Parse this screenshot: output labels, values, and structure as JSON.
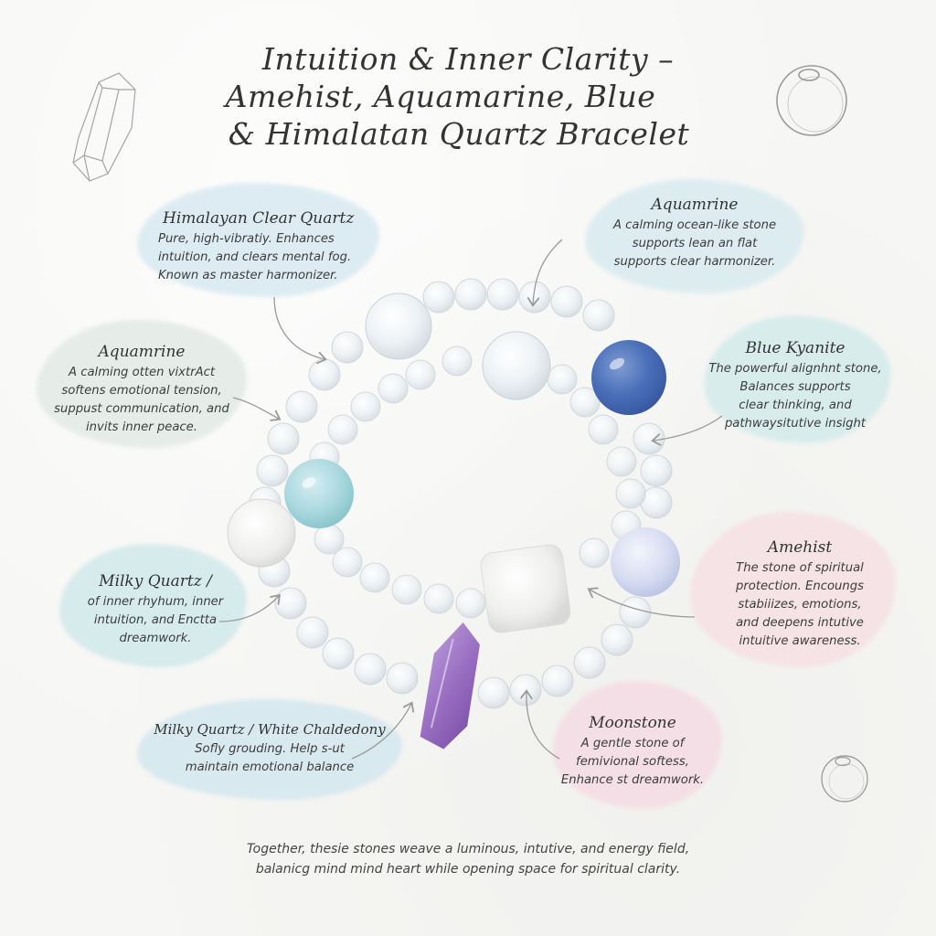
{
  "title": {
    "lines": [
      "Intuition & Inner Clarity –",
      "Amehist, Aquamarine, Blue",
      "& Himalatan Quartz Bracelet"
    ]
  },
  "cards": [
    {
      "id": "himalayan-clear-quartz",
      "heading": "Himalayan Clear Quartz",
      "lines": [
        "Pure, high-vibratiy. Enhances",
        "intuition, and clears mental fog.",
        "Known as master harmonizer."
      ],
      "color": "#d6e9f0"
    },
    {
      "id": "aquamarine-top",
      "heading": "Aquamrine",
      "lines": [
        "A calming ocean-like stone",
        "supports lean an flat",
        "supports clear harmonizer."
      ],
      "color": "#d6eaf0"
    },
    {
      "id": "aquamarine-left",
      "heading": "Aquamrine",
      "lines": [
        "A calming otten vixtrAct",
        "softens emotional tension,",
        "suppust communication, and",
        "invits inner peace."
      ],
      "color": "#e6ece8"
    },
    {
      "id": "blue-kyanite",
      "heading": "Blue Kyanite",
      "lines": [
        "The powerful alignhnt stone,",
        "Balances supports",
        "clear thinking, and",
        "pathwaysitutive insight"
      ],
      "color": "#d8ecec"
    },
    {
      "id": "milky-quartz-left",
      "heading": "Milky Quartz /",
      "lines": [
        "of inner rhyhum, inner",
        "intuition, and Enctta",
        "dreamwork."
      ],
      "color": "#d4ebec"
    },
    {
      "id": "amethyst",
      "heading": "Amehist",
      "lines": [
        "The stone of spiritual",
        "protection. Encoungs",
        "stabiiizes, emotions,",
        "and deepens intutive",
        "intuitive awareness."
      ],
      "color": "#f6e4e6"
    },
    {
      "id": "milky-quartz-white-chalcedony",
      "heading": "Milky Quartz / White Chaldedony",
      "lines": [
        "Sofly grouding. Help s-ut",
        "maintain emotional balance"
      ],
      "color": "#d5e8f0"
    },
    {
      "id": "moonstone",
      "heading": "Moonstone",
      "lines": [
        "A gentle stone of",
        "femivional softess,",
        "Enhance st dreamwork."
      ],
      "color": "#f5dfe6"
    }
  ],
  "footer": {
    "lines": [
      "Together, thesie stones weave a luminous, intutive, and energy field,",
      "balanicg mind mind heart while opening space for spiritual clarity."
    ]
  },
  "colors": {
    "background": "#f6f6f4",
    "clear_quartz": "#e3e9ee",
    "blue_kyanite": "#4a6fb8",
    "aquamarine": "#a8d8de",
    "amethyst": "#9a6fc0",
    "moonstone": "#d9dff2",
    "milky_quartz": "#ecedec",
    "sketch_lines": "#9a9a9a"
  },
  "decorations": [
    "crystal-sketch",
    "bead-sketch-top-right",
    "bead-sketch-bottom-right"
  ]
}
